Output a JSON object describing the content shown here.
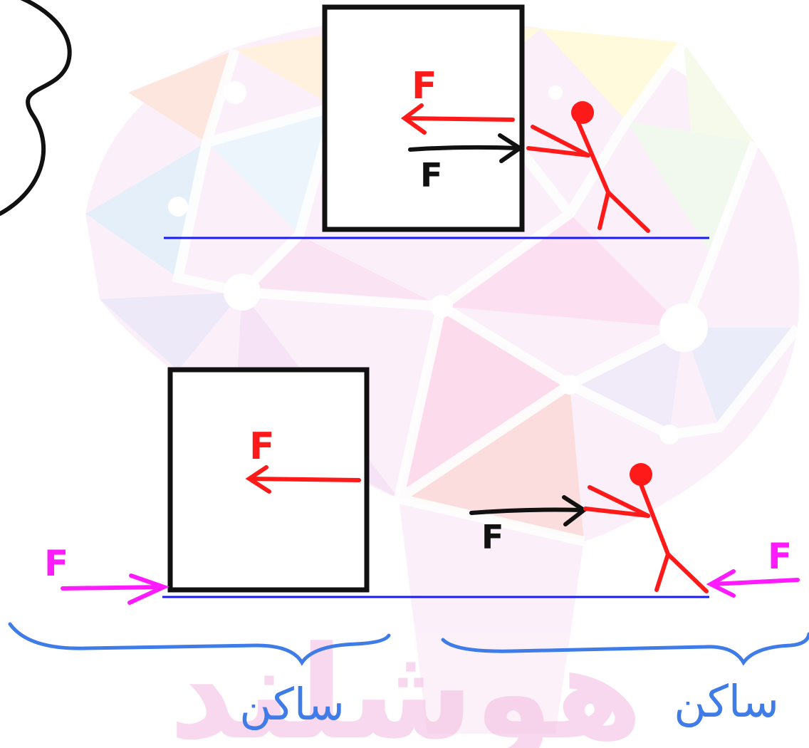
{
  "colors": {
    "box_stroke": "#111111",
    "floor": "#1a1aff",
    "reaction_force": "#ff1a1a",
    "applied_force": "#111111",
    "friction_force": "#ff1aff",
    "brace": "#3f7ce8",
    "person": "#ff1a1a"
  },
  "top_scene": {
    "red_force_label": "F",
    "black_force_label": "F"
  },
  "bottom_scene": {
    "red_force_label": "F",
    "black_force_label": "F",
    "left_friction_label": "F",
    "right_friction_label": "F",
    "left_brace_label": "ساکن",
    "right_brace_label": "ساکن"
  },
  "watermark": {
    "text": "هوشلند",
    "icon": "brain-network-watermark-icon"
  }
}
